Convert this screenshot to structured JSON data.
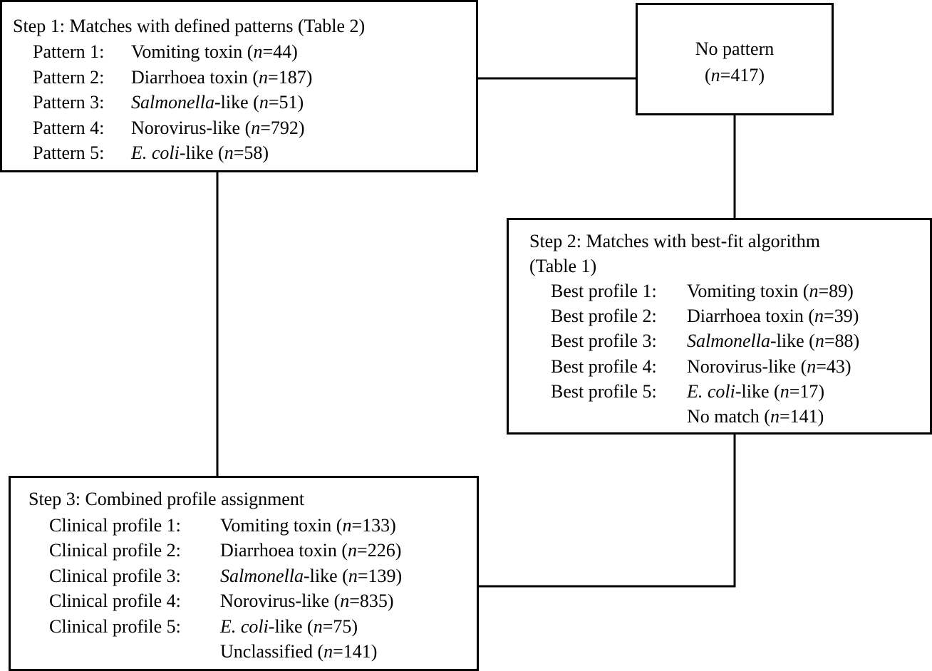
{
  "step1": {
    "title": "Step 1:  Matches with defined patterns (Table 2)",
    "rows": [
      {
        "label": "Pattern 1:",
        "pre": "Vomiting toxin (",
        "n": "n",
        "post": "=44)"
      },
      {
        "label": "Pattern 2:",
        "pre": "Diarrhoea toxin (",
        "n": "n",
        "post": "=187)"
      },
      {
        "label": "Pattern 3:",
        "ital": "Salmonella",
        "pre": "-like (",
        "n": "n",
        "post": "=51)"
      },
      {
        "label": "Pattern 4:",
        "pre": "Norovirus-like (",
        "n": "n",
        "post": "=792)"
      },
      {
        "label": "Pattern 5:",
        "ital": "E. coli",
        "pre": "-like (",
        "n": "n",
        "post": "=58)"
      }
    ]
  },
  "no_pattern": {
    "line1": "No pattern",
    "line2_pre": "(",
    "line2_n": "n",
    "line2_post": "=417)"
  },
  "step2": {
    "title_line1": "Step 2:  Matches with best-fit algorithm",
    "title_line2": "(Table 1)",
    "rows": [
      {
        "label": "Best profile 1:",
        "pre": "Vomiting toxin (",
        "n": "n",
        "post": "=89)"
      },
      {
        "label": "Best profile 2:",
        "pre": "Diarrhoea toxin (",
        "n": "n",
        "post": "=39)"
      },
      {
        "label": "Best profile 3:",
        "ital": "Salmonella",
        "pre": "-like (",
        "n": "n",
        "post": "=88)"
      },
      {
        "label": "Best profile 4:",
        "pre": "Norovirus-like (",
        "n": "n",
        "post": "=43)"
      },
      {
        "label": "Best profile 5:",
        "ital": "E. coli",
        "pre": "-like (",
        "n": "n",
        "post": "=17)"
      },
      {
        "label": "",
        "pre": "No match (",
        "n": "n",
        "post": "=141)"
      }
    ]
  },
  "step3": {
    "title": "Step 3:  Combined profile assignment",
    "rows": [
      {
        "label": "Clinical  profile 1:",
        "pre": "Vomiting toxin (",
        "n": "n",
        "post": "=133)"
      },
      {
        "label": "Clinical  profile 2:",
        "pre": "Diarrhoea toxin (",
        "n": "n",
        "post": "=226)"
      },
      {
        "label": "Clinical  profile 3:",
        "ital": "Salmonella",
        "pre": "-like (",
        "n": "n",
        "post": "=139)"
      },
      {
        "label": "Clinical  profile 4:",
        "pre": "Norovirus-like (",
        "n": "n",
        "post": "=835)"
      },
      {
        "label": "Clinical  profile 5:",
        "ital": "E. coli",
        "pre": "-like (",
        "n": "n",
        "post": "=75)"
      },
      {
        "label": "",
        "pre": "Unclassified (",
        "n": "n",
        "post": "=141)"
      }
    ]
  }
}
